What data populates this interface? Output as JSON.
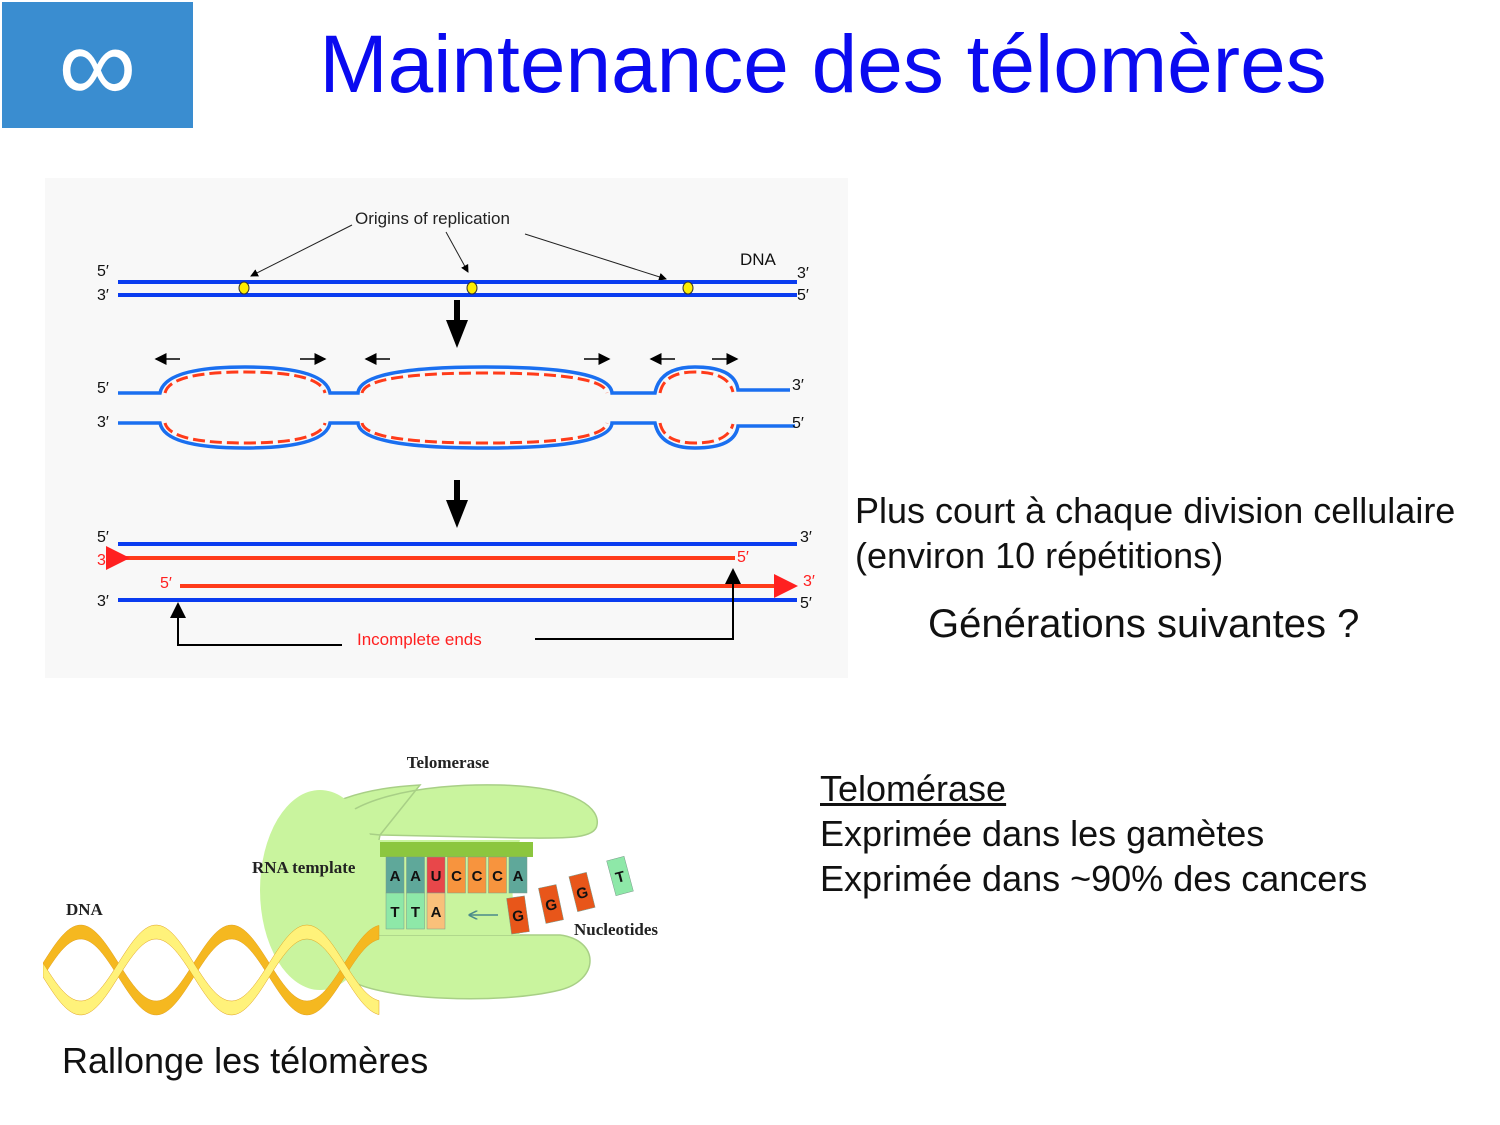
{
  "slide": {
    "title": "Maintenance des télomères",
    "logo_icon": "infinity-icon",
    "logo_glyph": "∞",
    "accent_color": "#0a0af0"
  },
  "replication_figure": {
    "origins_label": "Origins of replication",
    "dna_label": "DNA",
    "prime5": "5′",
    "prime3": "3′",
    "incomplete_ends_label": "Incomplete ends",
    "strand_color": "#0a3cf0",
    "new_strand_color": "#ff3b1a"
  },
  "telomerase_figure": {
    "telomerase_label": "Telomerase",
    "rna_template_label": "RNA template",
    "dna_label": "DNA",
    "nucleotides_label": "Nucleotides",
    "rna_bases": [
      "A",
      "A",
      "U",
      "C",
      "C",
      "C",
      "A"
    ],
    "dna_bases": [
      "T",
      "T",
      "A"
    ],
    "incoming_nucleotides": [
      "G",
      "G",
      "G",
      "T"
    ]
  },
  "text": {
    "shorter_line1": "Plus court à chaque division cellulaire",
    "shorter_line2": "(environ 10 répétitions)",
    "question": "Générations suivantes ?",
    "telomerase_heading": "Telomérase",
    "gametes": "Exprimée dans les gamètes",
    "cancers": "Exprimée dans ~90% des cancers",
    "caption": "Rallonge les télomères"
  }
}
